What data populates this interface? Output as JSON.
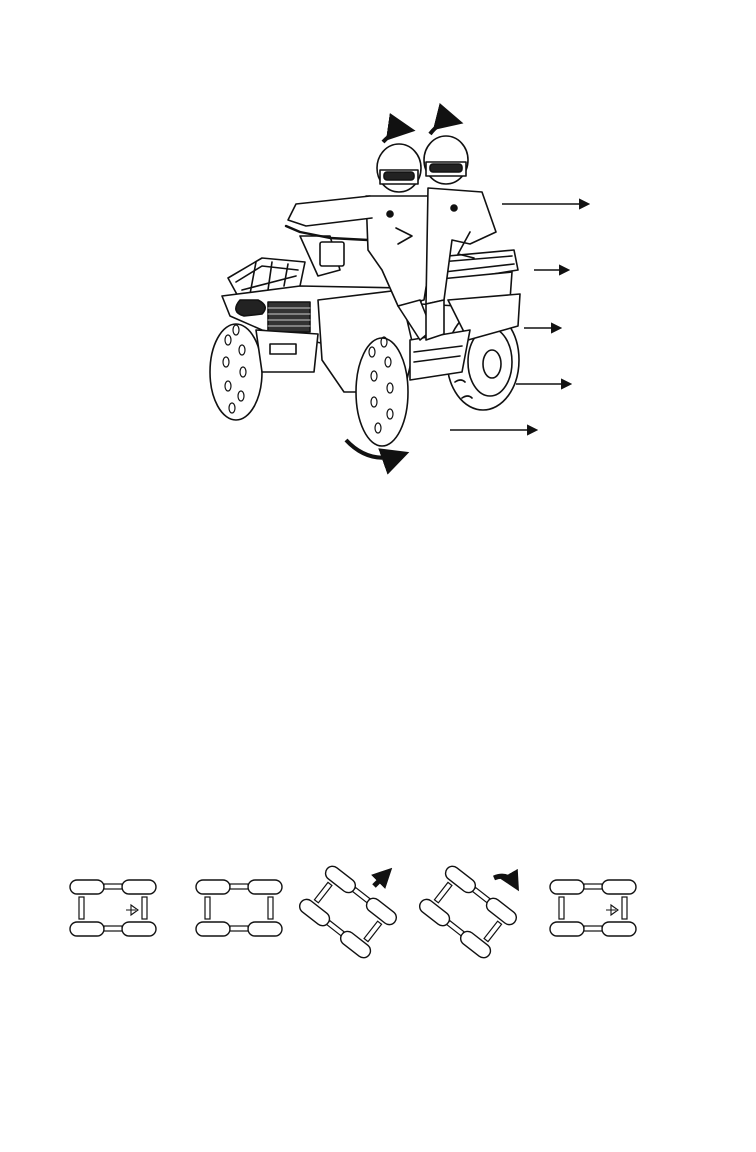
{
  "page": {
    "background": "#ffffff",
    "ink": "#111111"
  },
  "illustration": {
    "subject": "atv-with-rider-and-passenger",
    "arrows": [
      "helmet-rotation-arrow",
      "helmet-rotation-arrow",
      "motion-arrow",
      "motion-arrow",
      "motion-arrow",
      "motion-arrow",
      "motion-arrow",
      "wheel-rotation-arrow"
    ]
  },
  "sequence": {
    "frames": [
      {
        "icon": "chassis-straight",
        "indicator": "small-direction-arrow"
      },
      {
        "icon": "chassis-straight",
        "indicator": "none"
      },
      {
        "icon": "chassis-tilted",
        "indicator": "pitch-up-arrow"
      },
      {
        "icon": "chassis-tilted",
        "indicator": "rotation-arrow"
      },
      {
        "icon": "chassis-straight",
        "indicator": "small-direction-arrow"
      }
    ]
  }
}
